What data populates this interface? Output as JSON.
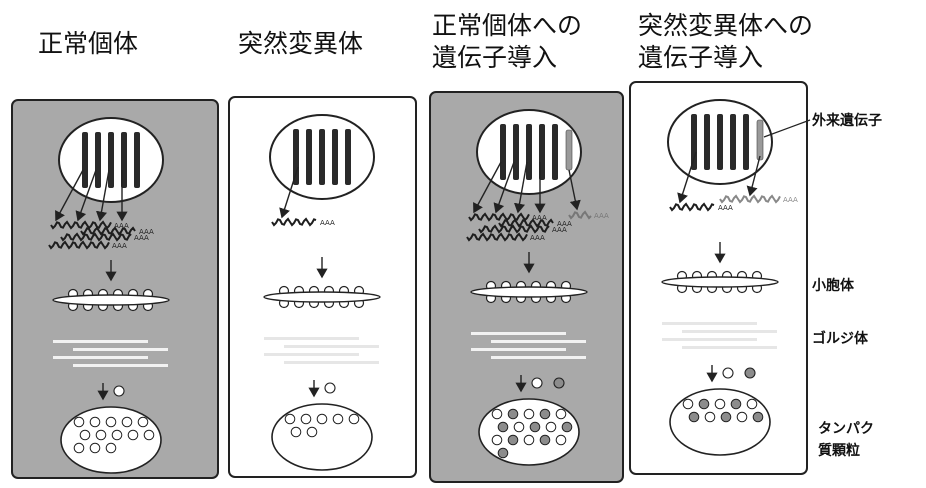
{
  "panels": [
    {
      "title": "正常個体",
      "shaded": true
    },
    {
      "title": "突然変異体",
      "shaded": false
    },
    {
      "title": "正常個体への\n遺伝子導入",
      "shaded": true
    },
    {
      "title": "突然変異体への\n遺伝子導入",
      "shaded": false
    }
  ],
  "labels": {
    "foreign_gene": "外来遺伝子",
    "vesicle": "小胞体",
    "golgi": "ゴルジ体",
    "protein_granule": "タンパク\n質顆粒"
  },
  "colors": {
    "shade": "#a9a9a9",
    "panel_bg": "#ffffff",
    "chromosome": "#2a2a2a",
    "foreign": "#9a9a9a",
    "granule_filled": "#8c8c8c"
  }
}
